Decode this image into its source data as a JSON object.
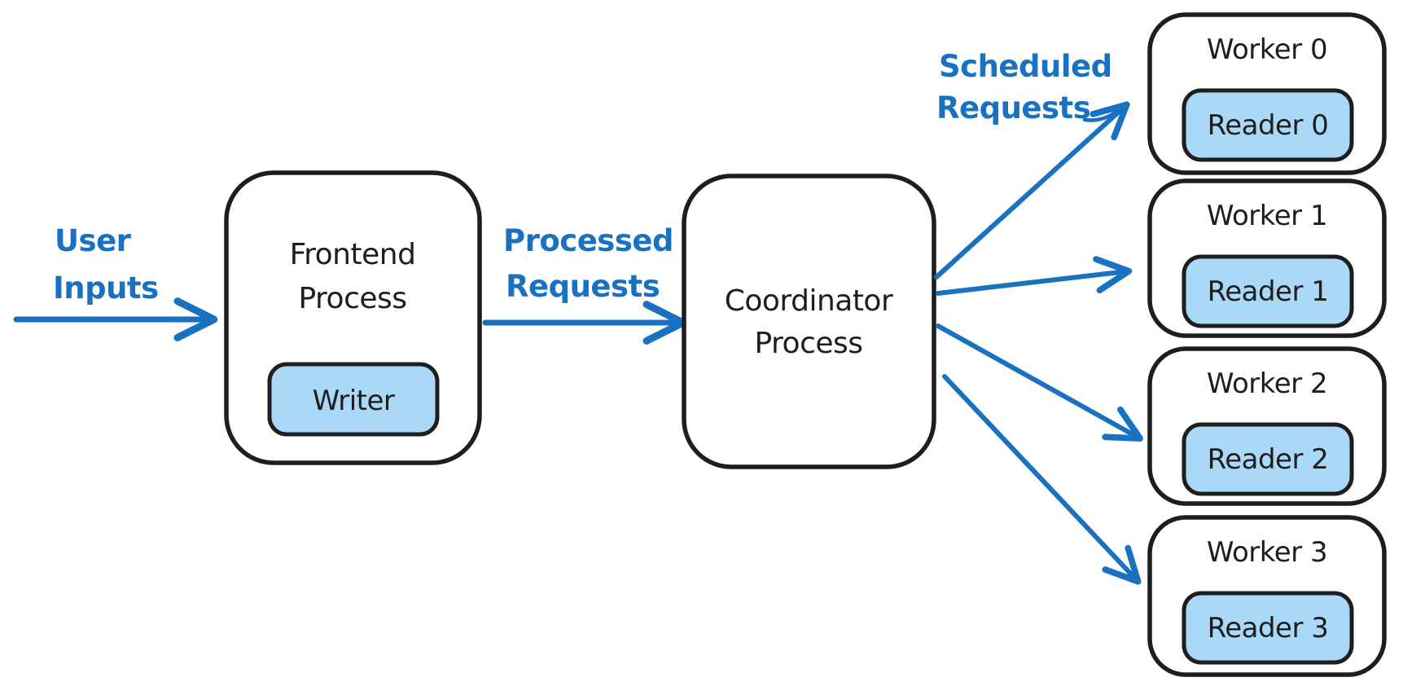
{
  "diagram": {
    "edges": {
      "user_inputs": {
        "label_line1": "User",
        "label_line2": "Inputs"
      },
      "processed_requests": {
        "label_line1": "Processed",
        "label_line2": "Requests"
      },
      "scheduled_requests": {
        "label_line1": "Scheduled",
        "label_line2": "Requests"
      }
    },
    "nodes": {
      "frontend": {
        "title_line1": "Frontend",
        "title_line2": "Process",
        "child": "Writer"
      },
      "coordinator": {
        "title_line1": "Coordinator",
        "title_line2": "Process"
      },
      "workers": [
        {
          "title": "Worker 0",
          "child": "Reader 0"
        },
        {
          "title": "Worker 1",
          "child": "Reader 1"
        },
        {
          "title": "Worker 2",
          "child": "Reader 2"
        },
        {
          "title": "Worker 3",
          "child": "Reader 3"
        }
      ]
    },
    "colors": {
      "accent_blue": "#1971c2",
      "node_fill_blue": "#aad9f7",
      "stroke_dark": "#1e1e1e",
      "background": "#ffffff"
    }
  }
}
